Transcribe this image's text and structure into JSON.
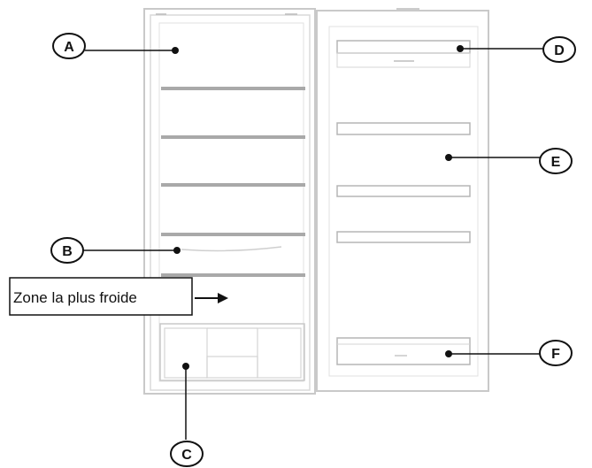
{
  "callouts": [
    {
      "id": "A",
      "label": "A"
    },
    {
      "id": "B",
      "label": "B"
    },
    {
      "id": "C",
      "label": "C"
    },
    {
      "id": "D",
      "label": "D"
    },
    {
      "id": "E",
      "label": "E"
    },
    {
      "id": "F",
      "label": "F"
    }
  ],
  "zone_label": "Zone la plus froide",
  "colors": {
    "outline": "#c9c9c9",
    "shelf": "#a9a9a9",
    "line": "#111111"
  }
}
